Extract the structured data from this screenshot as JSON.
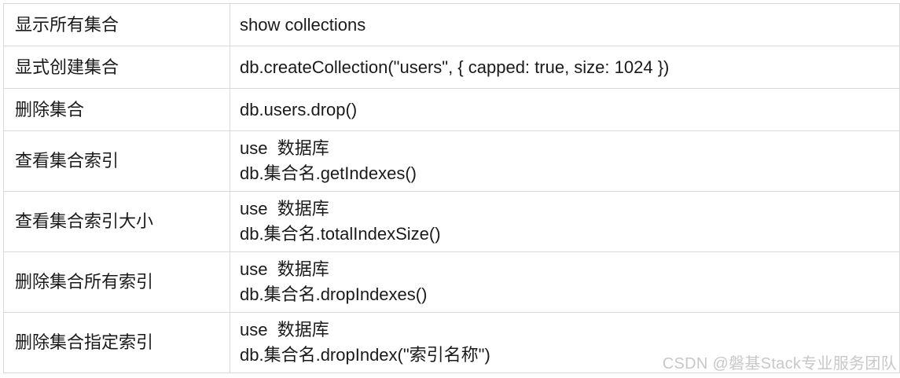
{
  "table": {
    "rows": [
      {
        "name": "显示所有集合",
        "lines": [
          "show collections"
        ]
      },
      {
        "name": "显式创建集合",
        "lines": [
          "db.createCollection(\"users\", { capped: true, size: 1024 })"
        ]
      },
      {
        "name": "删除集合",
        "lines": [
          "db.users.drop()"
        ]
      },
      {
        "name": "查看集合索引",
        "lines": [
          "use  数据库",
          "db.集合名.getIndexes()"
        ]
      },
      {
        "name": "查看集合索引大小",
        "lines": [
          "use  数据库",
          "db.集合名.totalIndexSize()"
        ]
      },
      {
        "name": "删除集合所有索引",
        "lines": [
          "use  数据库",
          "db.集合名.dropIndexes()"
        ]
      },
      {
        "name": "删除集合指定索引",
        "lines": [
          "use  数据库",
          "db.集合名.dropIndex(\"索引名称\")"
        ]
      }
    ]
  },
  "watermark": "CSDN @磐基Stack专业服务团队"
}
